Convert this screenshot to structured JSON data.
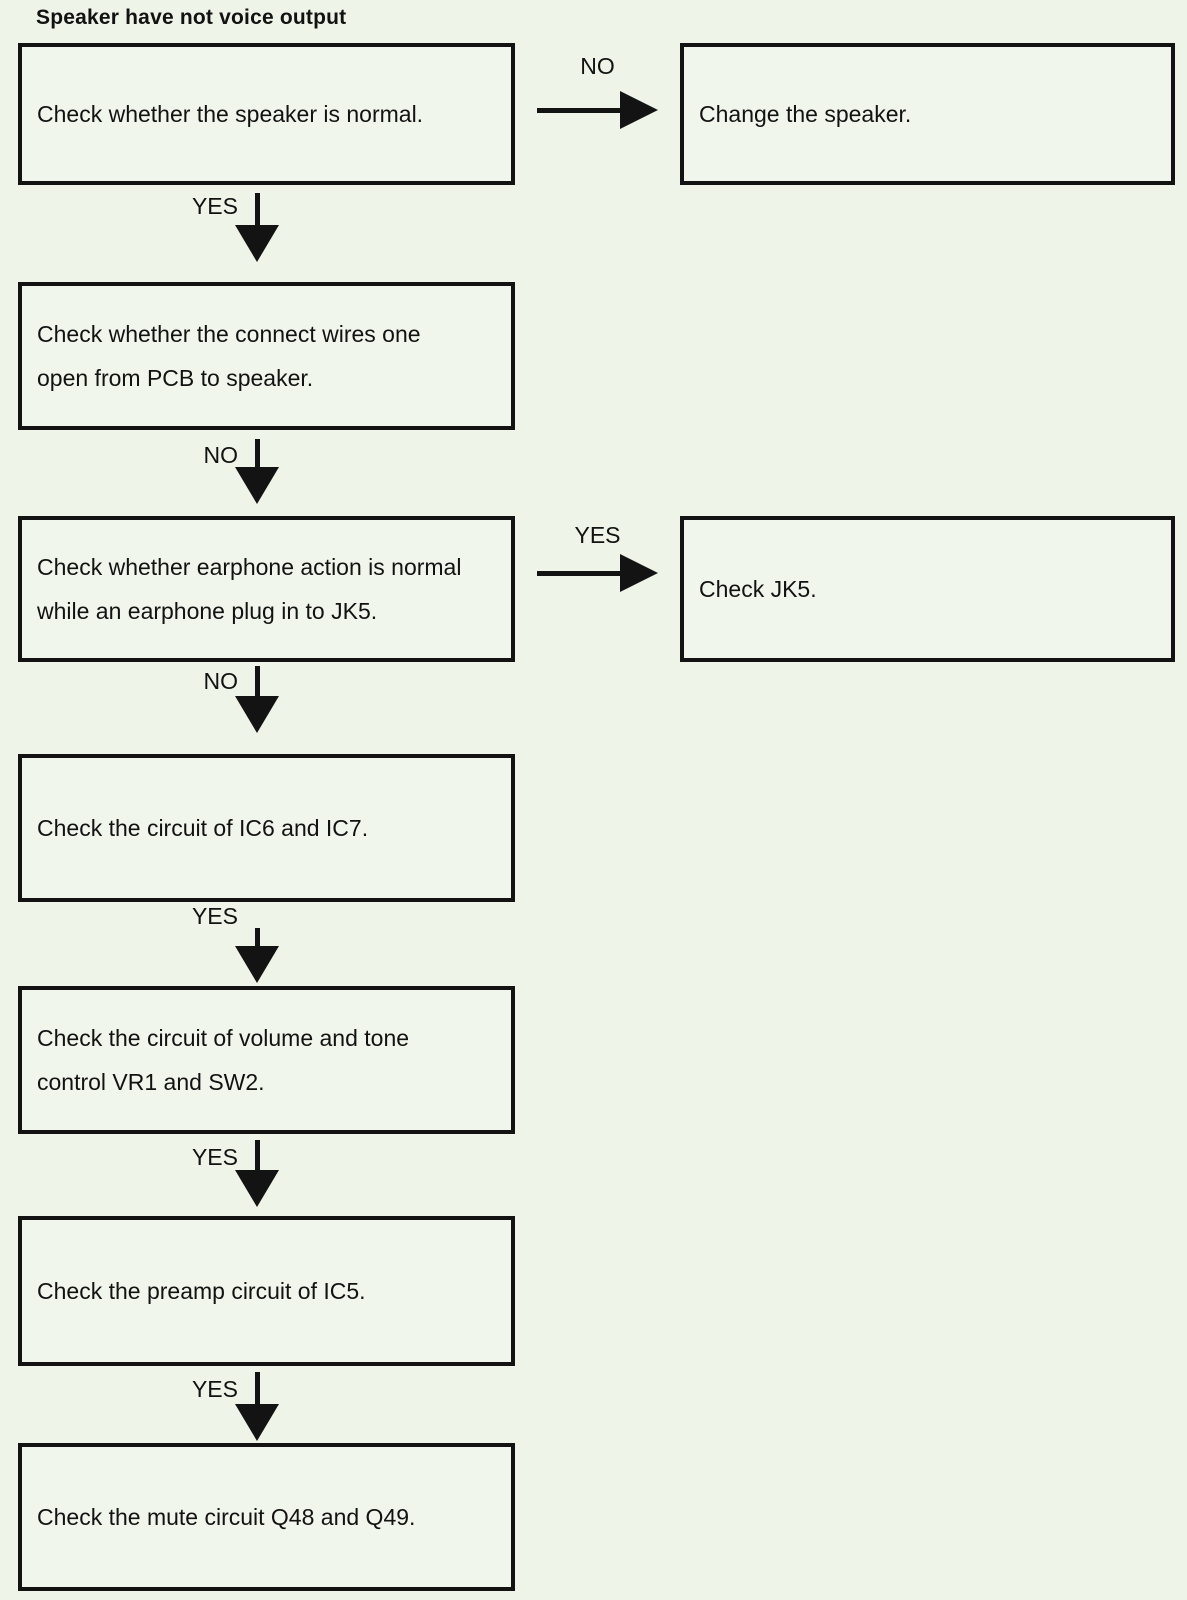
{
  "title": "Speaker have not voice output",
  "colors": {
    "background": "#eef4e8",
    "box_fill": "#f1f6ec",
    "ink": "#131313"
  },
  "nodes": {
    "check_speaker": {
      "lines": [
        "Check whether the speaker is normal."
      ]
    },
    "change_speaker": {
      "lines": [
        "Change the speaker."
      ]
    },
    "check_wires": {
      "lines": [
        "Check whether the connect wires one",
        "open from PCB to speaker."
      ]
    },
    "check_earphone": {
      "lines": [
        "Check whether earphone action is normal",
        "while an earphone plug in to JK5."
      ]
    },
    "check_jk5": {
      "lines": [
        "Check JK5."
      ]
    },
    "check_ic6_ic7": {
      "lines": [
        "Check the circuit of IC6 and IC7."
      ]
    },
    "check_vol_tone": {
      "lines": [
        "Check the circuit of volume and tone",
        "control VR1 and SW2."
      ]
    },
    "check_preamp": {
      "lines": [
        "Check the preamp circuit of IC5."
      ]
    },
    "check_mute": {
      "lines": [
        "Check the mute circuit Q48 and Q49."
      ]
    }
  },
  "edge_labels": {
    "speaker_no": "NO",
    "speaker_yes": "YES",
    "wires_no": "NO",
    "earphone_yes": "YES",
    "earphone_no": "NO",
    "ic6_yes": "YES",
    "vol_yes": "YES",
    "preamp_yes": "YES"
  }
}
